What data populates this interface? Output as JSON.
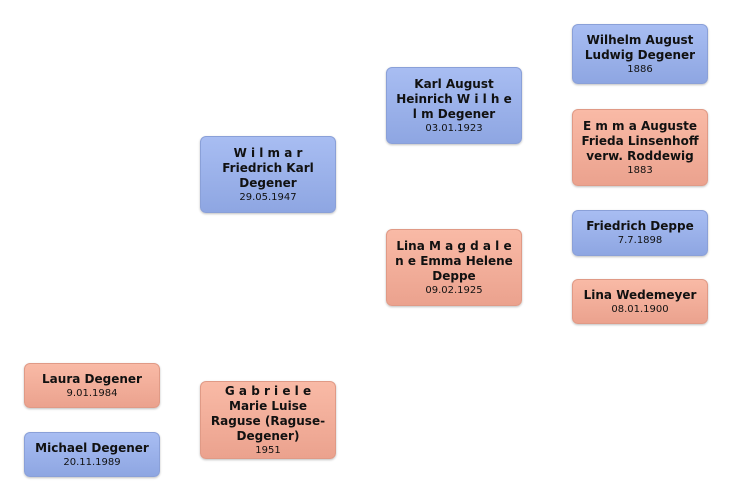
{
  "people": {
    "wilmar": {
      "name": "W i l m a r Friedrich Karl Degener",
      "date": "29.05.1947"
    },
    "karl_august": {
      "name": "Karl August Heinrich W i l h e l m Degener",
      "date": "03.01.1923"
    },
    "lina_magdalene": {
      "name": "Lina M a g d a l e n e Emma Helene Deppe",
      "date": "09.02.1925"
    },
    "wilhelm_august": {
      "name": "Wilhelm August Ludwig Degener",
      "date": "1886"
    },
    "emma_auguste": {
      "name": "E m m a Auguste Frieda Linsenhoff verw. Roddewig",
      "date": "1883"
    },
    "friedrich_deppe": {
      "name": "Friedrich Deppe",
      "date": "7.7.1898"
    },
    "lina_wedemeyer": {
      "name": "Lina Wedemeyer",
      "date": "08.01.1900"
    },
    "laura": {
      "name": "Laura Degener",
      "date": "9.01.1984"
    },
    "michael": {
      "name": "Michael Degener",
      "date": "20.11.1989"
    },
    "gabriele": {
      "name": "G a b r i e l e Marie Luise Raguse (Raguse-Degener)",
      "date": "1951"
    }
  },
  "colors": {
    "male": "#9bb1ea",
    "female": "#f2ad99"
  }
}
